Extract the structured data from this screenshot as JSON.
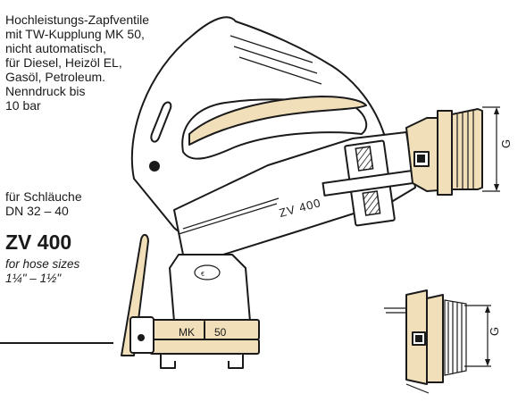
{
  "description_lines": [
    "Hochleistungs-Zapfventile",
    "mit TW-Kupplung MK 50,",
    "nicht automatisch,",
    "für Diesel, Heizöl EL,",
    "Gasöl, Petroleum.",
    "Nenndruck bis",
    "10 bar"
  ],
  "hose_de_lines": [
    "für Schläuche",
    "DN 32 – 40"
  ],
  "model": "ZV 400",
  "hose_en_lines": [
    "for hose sizes",
    "1¼\" – 1½\""
  ],
  "drawing": {
    "body_label": "ZV 400",
    "coupling_label_left": "MK",
    "coupling_label_right": "50",
    "dimension_label_top": "G",
    "dimension_label_bottom": "G"
  },
  "colors": {
    "accent": "#f1dfb9",
    "ink": "#1a1a1a",
    "background": "#ffffff"
  }
}
